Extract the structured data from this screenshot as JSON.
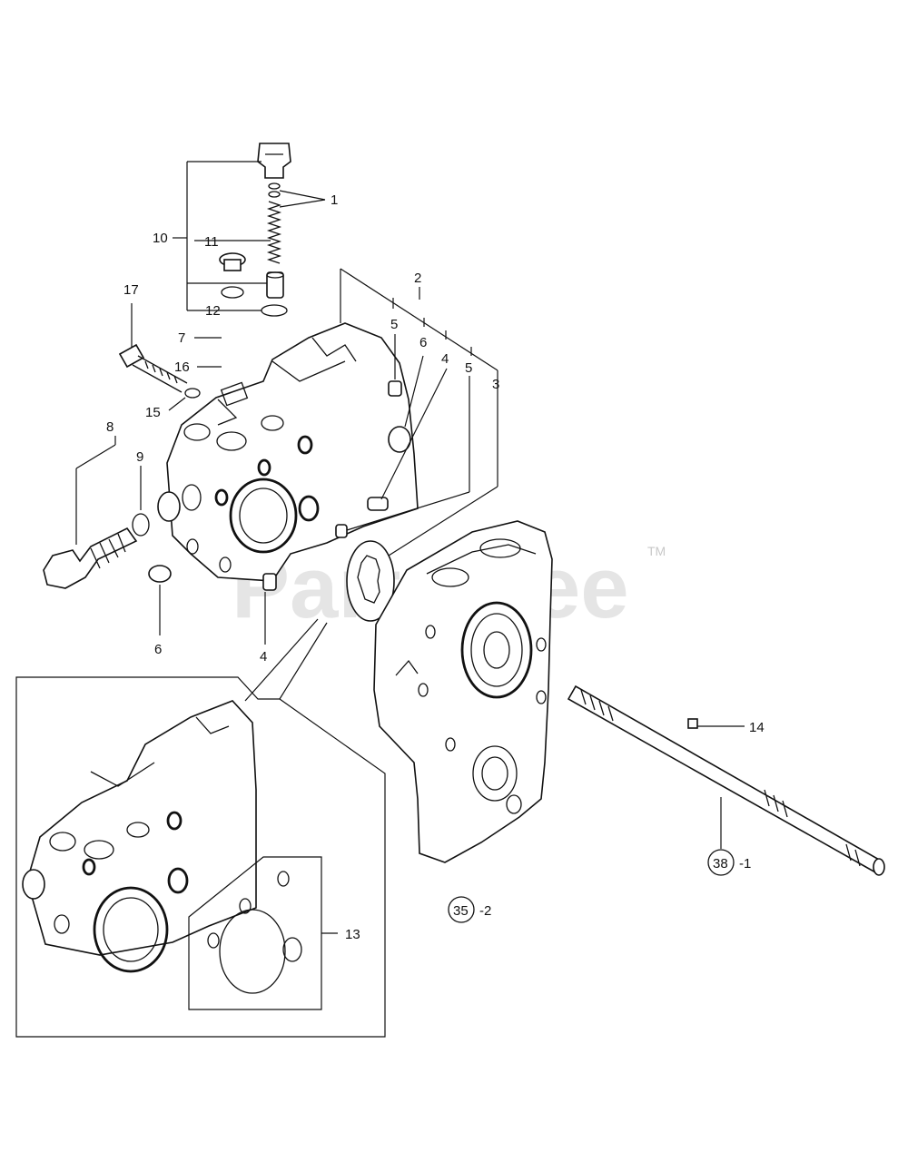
{
  "watermark": {
    "text": "PartsTree",
    "trademark": "TM"
  },
  "callouts": {
    "c1": "1",
    "c2": "2",
    "c3": "3",
    "c4a": "4",
    "c4b": "4",
    "c5a": "5",
    "c5b": "5",
    "c6a": "6",
    "c6b": "6",
    "c7": "7",
    "c8": "8",
    "c9": "9",
    "c10": "10",
    "c11": "11",
    "c12": "12",
    "c13": "13",
    "c14": "14",
    "c15": "15",
    "c16": "16",
    "c17": "17"
  },
  "references": {
    "r38": {
      "circle": "38",
      "suffix": "-1"
    },
    "r35": {
      "circle": "35",
      "suffix": "-2"
    }
  }
}
